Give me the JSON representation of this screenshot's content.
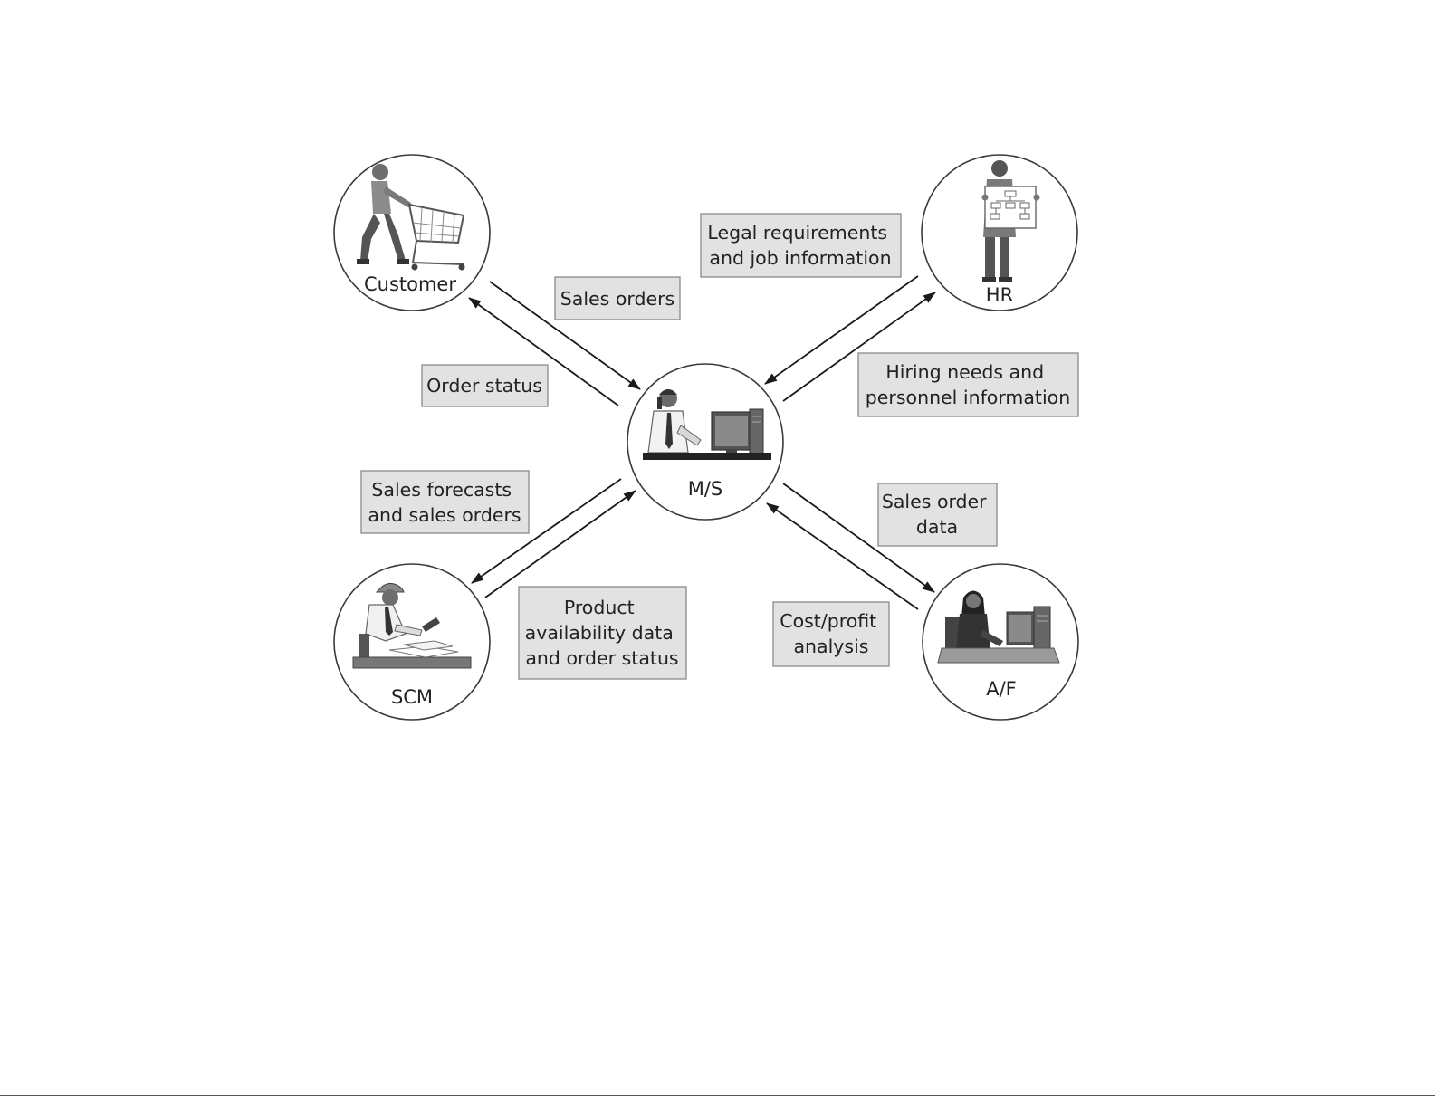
{
  "nodes": {
    "customer": {
      "label": "Customer"
    },
    "hr": {
      "label": "HR"
    },
    "ms": {
      "label": "M/S"
    },
    "scm": {
      "label": "SCM"
    },
    "af": {
      "label": "A/F"
    }
  },
  "flows": {
    "sales_orders": {
      "lines": [
        "Sales orders"
      ]
    },
    "order_status": {
      "lines": [
        "Order status"
      ]
    },
    "legal_requirements": {
      "lines": [
        "Legal requirements",
        "and job information"
      ]
    },
    "hiring_needs": {
      "lines": [
        "Hiring needs and",
        "personnel information"
      ]
    },
    "sales_forecasts": {
      "lines": [
        "Sales forecasts",
        "and sales orders"
      ]
    },
    "product_availability": {
      "lines": [
        "Product",
        "availability data",
        "and order status"
      ]
    },
    "sales_order_data": {
      "lines": [
        "Sales order",
        "data"
      ]
    },
    "cost_profit": {
      "lines": [
        "Cost/profit",
        "analysis"
      ]
    }
  }
}
